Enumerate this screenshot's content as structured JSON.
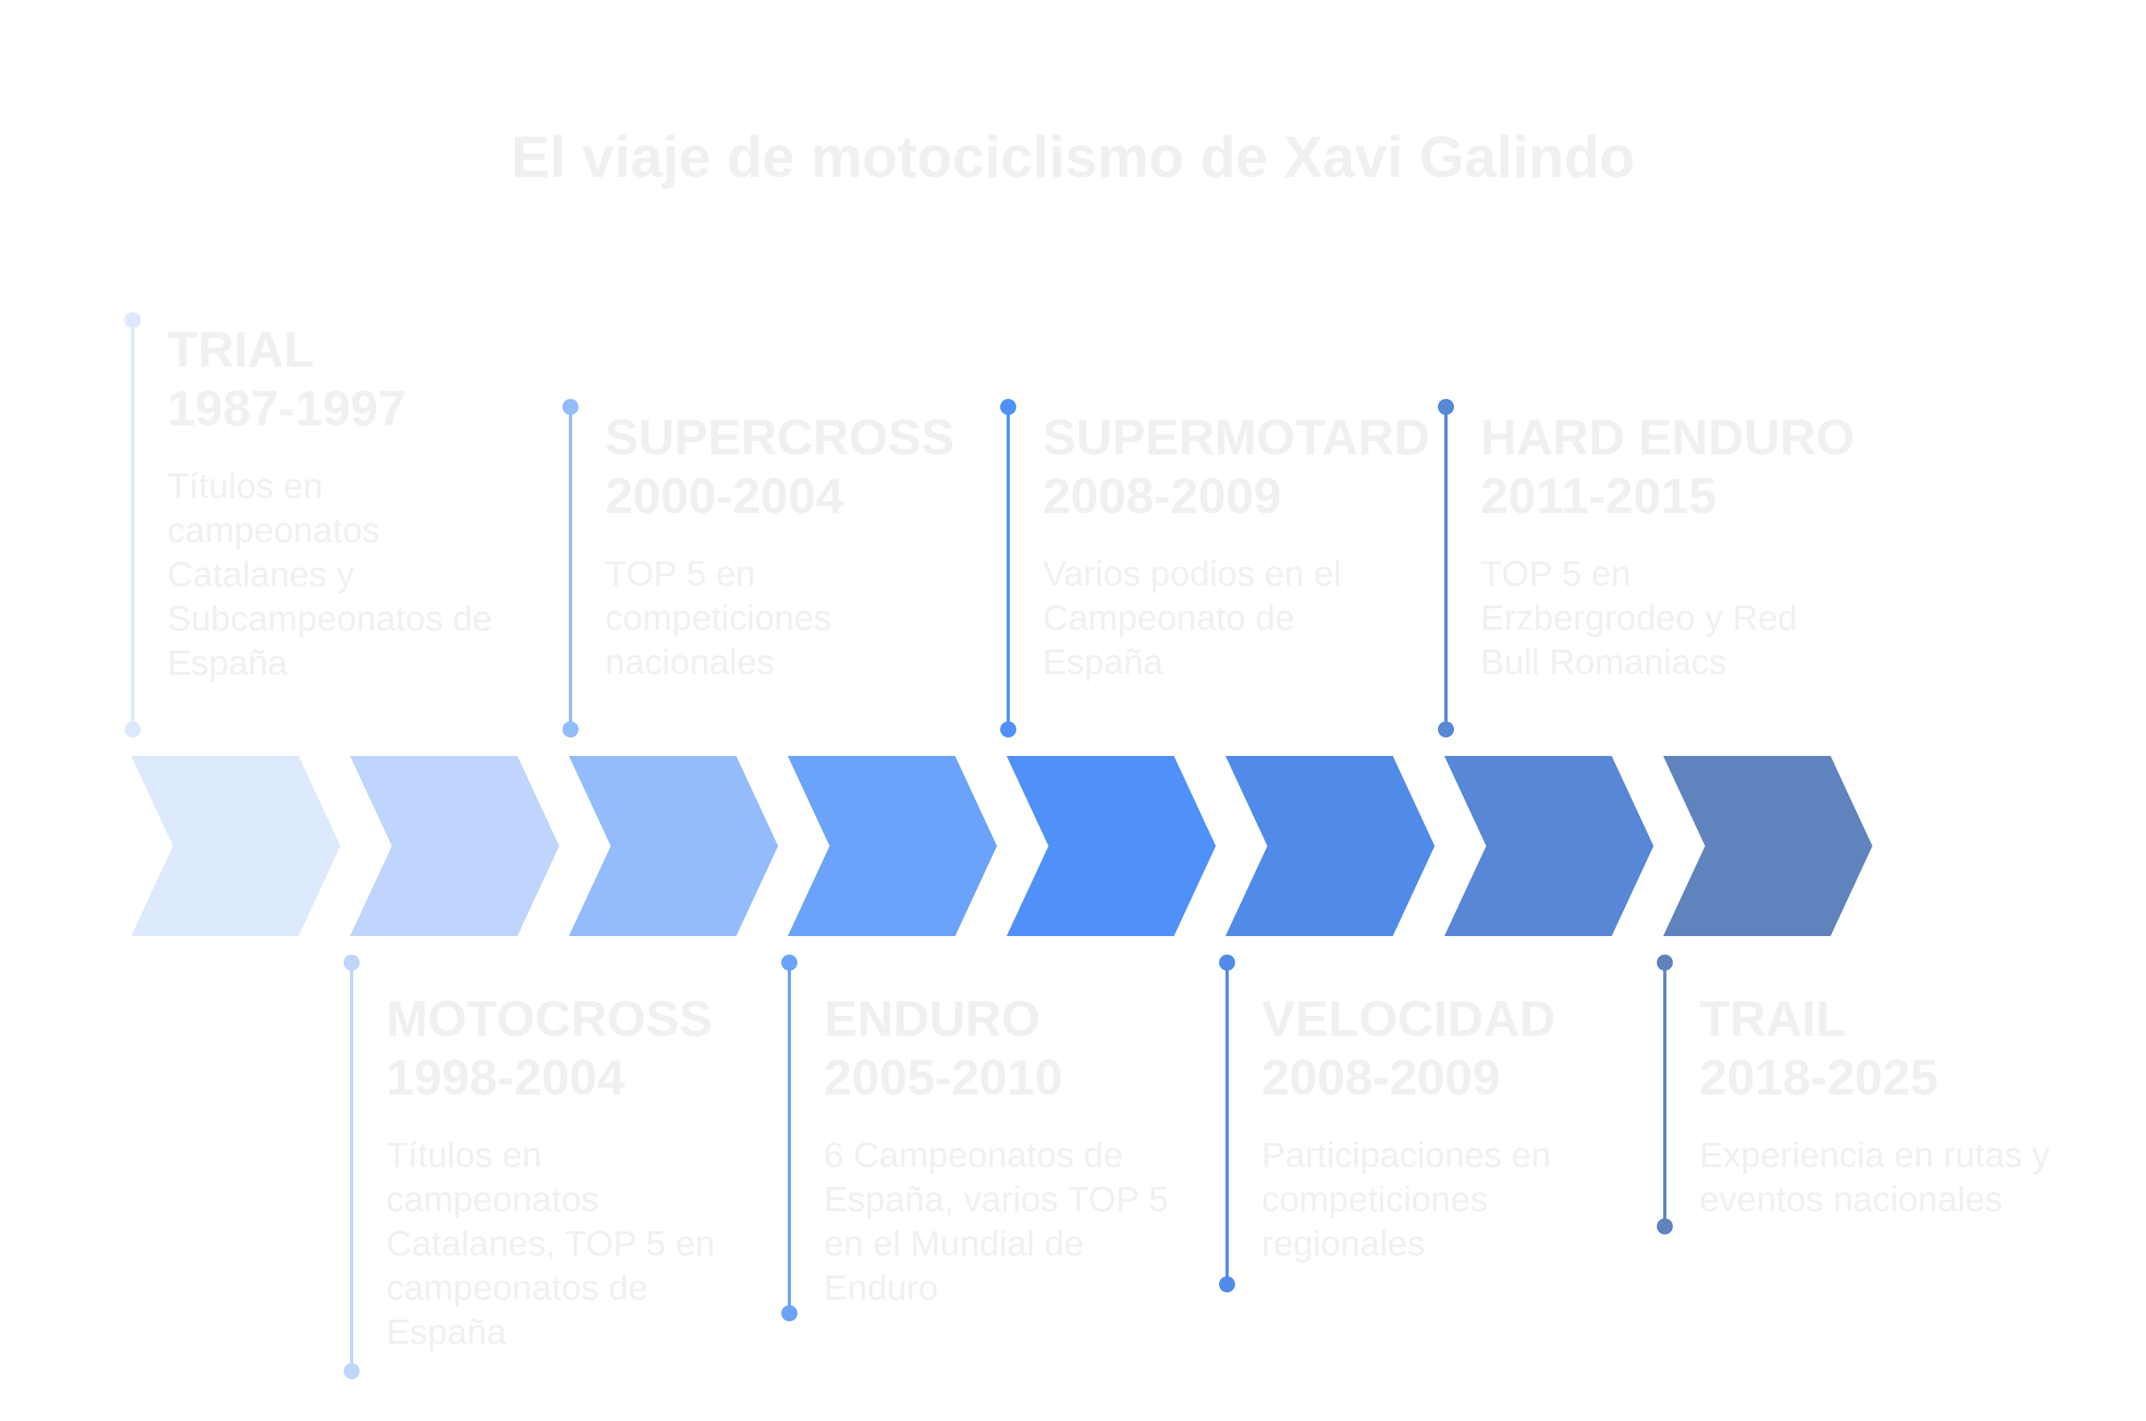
{
  "title": "El viaje de motociclismo de Xavi Galindo",
  "stages": [
    {
      "name": "TRIAL",
      "years": "1987-1997",
      "description": "Títulos en campeonatos Catalanes y Subcampeonatos de España",
      "color": "#dde9fc"
    },
    {
      "name": "MOTOCROSS",
      "years": "1998-2004",
      "description": "Títulos en campeonatos Catalanes, TOP 5 en campeonatos de España",
      "color": "#bfd5fd"
    },
    {
      "name": "SUPERCROSS",
      "years": "2000-2004",
      "description": "TOP 5 en competiciones nacionales",
      "color": "#94bbfc"
    },
    {
      "name": "ENDURO",
      "years": "2005-2010",
      "description": "6 Campeonatos de España, varios TOP 5 en el Mundial de Enduro",
      "color": "#6ba2fa"
    },
    {
      "name": "SUPERMOTARD",
      "years": "2008-2009",
      "description": "Varios podios en el Campeonato de España",
      "color": "#4f91f8"
    },
    {
      "name": "VELOCIDAD",
      "years": "2008-2009",
      "description": "Participaciones en competiciones regionales",
      "color": "#518bea"
    },
    {
      "name": "HARD ENDURO",
      "years": "2011-2015",
      "description": "TOP 5 en Erzbergrodeo y Red Bull Romaniacs",
      "color": "#5787d6"
    },
    {
      "name": "TRAIL",
      "years": "2018-2025",
      "description": "Experiencia en rutas y eventos nacionales",
      "color": "#5f83bd"
    }
  ]
}
